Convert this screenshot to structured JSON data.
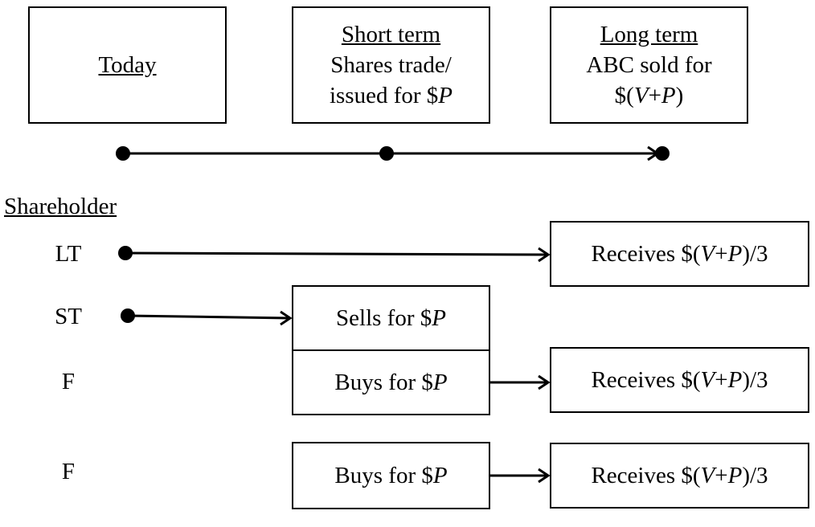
{
  "timeline": {
    "today": {
      "heading": "Today"
    },
    "short_term": {
      "heading": "Short term",
      "line1": "Shares trade/",
      "line2_text": "issued for $",
      "line2_var": "P"
    },
    "long_term": {
      "heading": "Long term",
      "line1": "ABC sold for",
      "line2_pre": "$(",
      "line2_var1": "V",
      "line2_plus": "+",
      "line2_var2": "P",
      "line2_post": ")"
    }
  },
  "shareholder_heading": "Shareholder",
  "rows": [
    {
      "id": "LT",
      "label": "LT"
    },
    {
      "id": "ST",
      "label": "ST"
    },
    {
      "id": "F1",
      "label": "F"
    },
    {
      "id": "F2",
      "label": "F"
    }
  ],
  "actions": {
    "sells_text": "Sells for $",
    "sells_var": "P",
    "buys_text": "Buys for $",
    "buys_var": "P",
    "receives_pre": "Receives $(",
    "receives_var1": "V",
    "receives_plus": "+",
    "receives_var2": "P",
    "receives_post": ")/3"
  }
}
